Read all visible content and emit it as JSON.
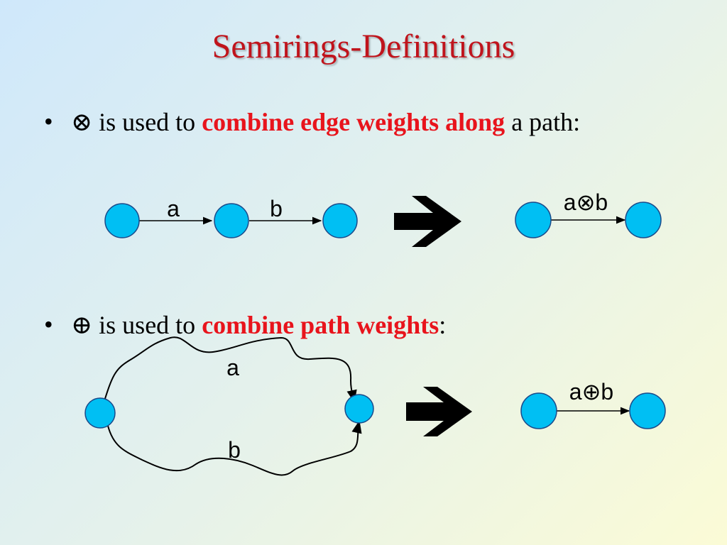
{
  "title": "Semirings-Definitions",
  "bullets": [
    {
      "marker": "•",
      "symbol": "⊗",
      "pre": " is used to ",
      "highlight": "combine edge weights along",
      "post": " a path:"
    },
    {
      "marker": "•",
      "symbol": "⊕",
      "pre": " is used to ",
      "highlight": "combine path weights",
      "post": ":"
    }
  ],
  "diagram1": {
    "edge_a": "a",
    "edge_b": "b",
    "result_label": "a⊗b"
  },
  "diagram2": {
    "path_a": "a",
    "path_b": "b",
    "result_label": "a⊕b"
  },
  "colors": {
    "title": "#c0141c",
    "highlight": "#e8141c",
    "node_fill": "#00bff3",
    "node_stroke": "#1a4a8a"
  }
}
